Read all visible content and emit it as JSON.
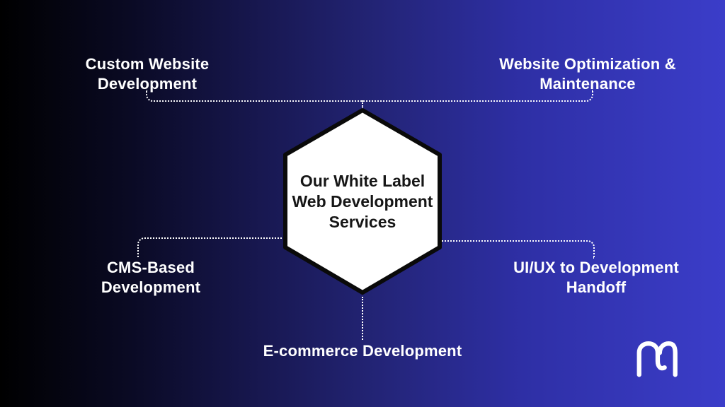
{
  "diagram": {
    "hexagon": {
      "title": "Our White Label\nWeb Development\nServices",
      "fill": "#ffffff",
      "border_color": "#0a0a0a",
      "text_color": "#161616"
    },
    "services": [
      {
        "id": "custom-website-development",
        "label": "Custom Website\nDevelopment",
        "position": "top-left"
      },
      {
        "id": "website-optimization-maintenance",
        "label": "Website Optimization &\nMaintenance",
        "position": "top-right"
      },
      {
        "id": "cms-based-development",
        "label": "CMS-Based\nDevelopment",
        "position": "bottom-left"
      },
      {
        "id": "uiux-to-development-handoff",
        "label": "UI/UX to Development\nHandoff",
        "position": "bottom-right"
      },
      {
        "id": "ecommerce-development",
        "label": "E-commerce Development",
        "position": "bottom-center"
      }
    ],
    "connector_style": "dotted",
    "connector_color": "#ffffff",
    "label_color": "#ffffff",
    "background": {
      "gradient_left": "#000000",
      "gradient_right": "#3b3dc9",
      "direction": "left-to-right"
    },
    "logo": {
      "name": "m-logo",
      "color": "#ffffff"
    }
  }
}
